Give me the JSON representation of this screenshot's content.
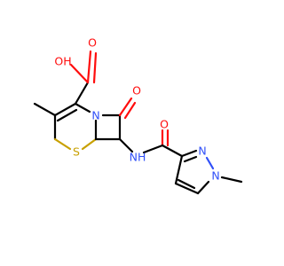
{
  "molecule": {
    "atoms": {
      "hydroxyl": "OH",
      "carboxyl_oxygen": "O",
      "lactam_oxygen": "O",
      "amide_oxygen": "O",
      "ring_nitrogen": "N",
      "amide_nitrogen": "NH",
      "sulfur": "S",
      "pyrazole_n2": "N",
      "pyrazole_n1": "N"
    }
  },
  "colors": {
    "carbon": "#000000",
    "oxygen": "#ff0d0d",
    "nitrogen": "#3050f8",
    "sulfur": "#c8a000"
  }
}
